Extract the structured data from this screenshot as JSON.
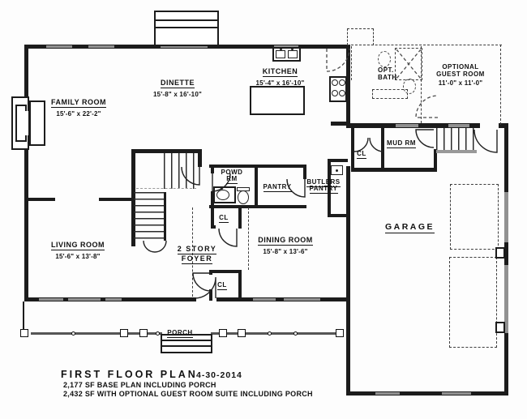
{
  "plan": {
    "rooms": {
      "family_room": {
        "label": "FAMILY ROOM",
        "dims": "15'-6\" x 22'-2\""
      },
      "dinette": {
        "label": "DINETTE",
        "dims": "15'-8\" x 16'-10\""
      },
      "kitchen": {
        "label": "KITCHEN",
        "dims": "15'-4\" x 16'-10\""
      },
      "optional_bath": {
        "label_line1": "OPT.",
        "label_line2": "BATH"
      },
      "optional_guest_room": {
        "label_line1": "OPTIONAL",
        "label_line2": "GUEST ROOM",
        "dims": "11'-0\" x 11'-0\""
      },
      "mud_room": {
        "label": "MUD RM"
      },
      "mud_room_closet": {
        "label": "CL"
      },
      "powder_room": {
        "label_line1": "POWD",
        "label_line2": "RM"
      },
      "pantry": {
        "label": "PANTRY"
      },
      "butlers_pantry": {
        "label_line1": "BUTLERS",
        "label_line2": "PANTRY"
      },
      "hall_closet": {
        "label": "CL"
      },
      "living_room": {
        "label": "LIVING ROOM",
        "dims": "15'-6\" x 13'-8\""
      },
      "foyer": {
        "label_line1": "2 STORY",
        "label_line2": "FOYER"
      },
      "foyer_closet": {
        "label": "CL"
      },
      "dining_room": {
        "label": "DINING ROOM",
        "dims": "15'-8\" x 13'-6\""
      },
      "garage": {
        "label": "GARAGE"
      },
      "porch": {
        "label": "PORCH"
      }
    },
    "title_block": {
      "title": "FIRST FLOOR PLAN",
      "date": "4-30-2014",
      "note_base": "2,177 SF BASE PLAN INCLUDING PORCH",
      "note_optional": "2,432 SF WITH OPTIONAL GUEST ROOM SUITE INCLUDING PORCH"
    },
    "colors": {
      "wall": "#1c1c1c",
      "window": "#919191",
      "dashed_optional": "#3c3c3c",
      "ink": "#111111"
    }
  }
}
